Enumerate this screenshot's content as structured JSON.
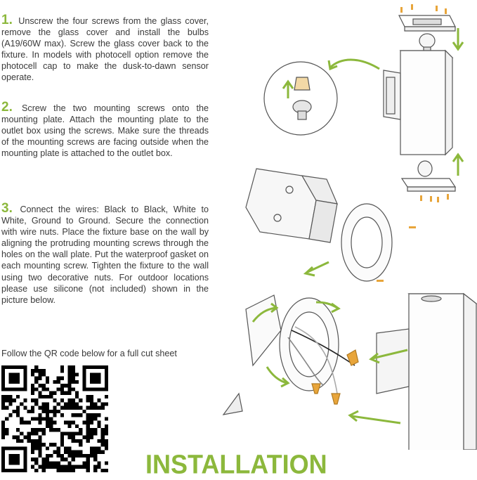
{
  "steps": [
    {
      "number": "1.",
      "text": "Unscrew the four screws from the glass cover, remove the glass cover and install the bulbs (A19/60W max). Screw the glass cover back to the fixture. In models with photocell option remove the photocell cap to make the dusk-to-dawn sensor operate."
    },
    {
      "number": "2.",
      "text": "Screw the two mounting screws onto the mounting plate. Attach the mounting plate to the outlet box using the screws. Make sure the threads of the mounting screws are facing outside when the mounting plate is attached to the outlet box."
    },
    {
      "number": "3.",
      "text": "Connect the wires: Black to Black, White to White, Ground to Ground. Secure the connection with wire nuts. Place the fixture base on the wall by aligning the protruding mounting screws through the holes on the wall plate. Put the waterproof gasket on each mounting screw. Tighten the fixture to the wall using two decorative nuts. For outdoor locations please use silicone (not included) shown in the picture below."
    }
  ],
  "qr_note": "Follow the QR code below for a full cut sheet",
  "title": "INSTALLATION",
  "colors": {
    "accent": "#8cb83c",
    "screw": "#e8a53a",
    "line": "#555555"
  }
}
